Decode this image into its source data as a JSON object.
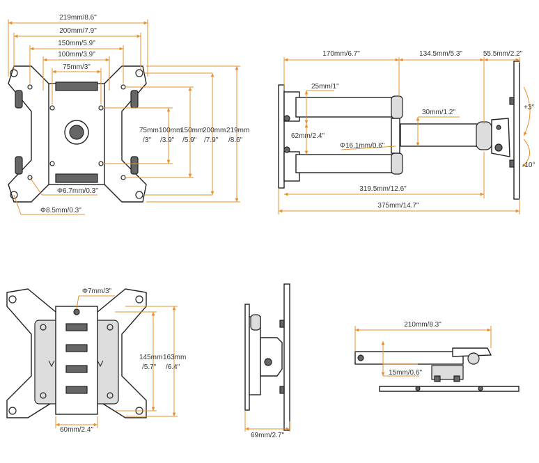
{
  "front_view": {
    "w219": "219mm/8.6\"",
    "w200": "200mm/7.9\"",
    "w150": "150mm/5.9\"",
    "w100": "100mm/3.9\"",
    "w75": "75mm/3\"",
    "v75_a": "75mm",
    "v75_b": "/3\"",
    "v100_a": "100mm",
    "v100_b": "/3.9\"",
    "v150_a": "150mm",
    "v150_b": "/5.9\"",
    "v200_a": "200mm",
    "v200_b": "/7.9\"",
    "v219_a": "219mm",
    "v219_b": "/8.6\"",
    "hole_small": "Φ6.7mm/0.3\"",
    "hole_large": "Φ8.5mm/0.3\""
  },
  "side_view": {
    "arm1": "170mm/6.7\"",
    "arm2": "134.5mm/5.3\"",
    "depth_plate": "55.5mm/2.2\"",
    "tube_h": "25mm/1\"",
    "gap": "62mm/2.4\"",
    "arm2_h": "30mm/1.2\"",
    "pin": "Φ16.1mm/0.6\"",
    "total_inner": "319.5mm/12.6\"",
    "total": "375mm/14.7\"",
    "tilt_up": "+3°",
    "tilt_down": "-10°"
  },
  "wall_plate_view": {
    "hole": "Φ7mm/3\"",
    "v145_a": "145mm",
    "v145_b": "/5.7\"",
    "v163_a": "163mm",
    "v163_b": "/6.4\"",
    "w60": "60mm/2.4\""
  },
  "folded_view": {
    "depth": "69mm/2.7\""
  },
  "top_view": {
    "length": "210mm/8.3\"",
    "thickness": "15mm/0.6\""
  }
}
